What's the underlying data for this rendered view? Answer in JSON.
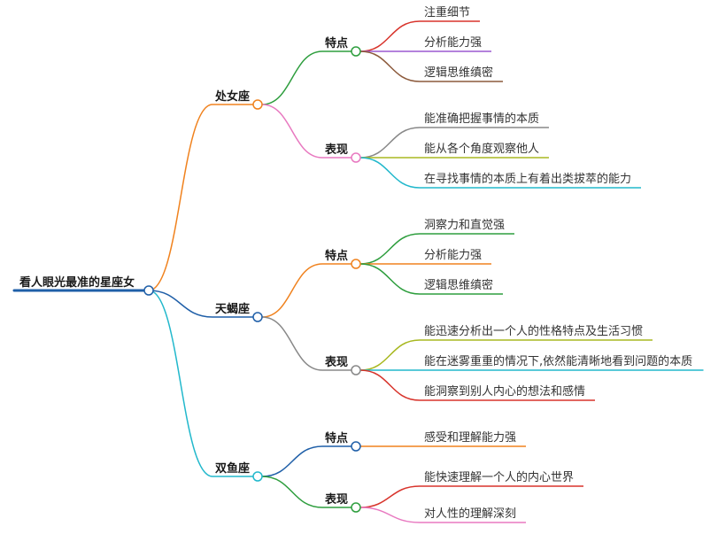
{
  "root": {
    "label": "看人眼光最准的星座女",
    "color": "#1f5fa8",
    "children": [
      {
        "label": "处女座",
        "color": "#f0821e",
        "children": [
          {
            "label": "特点",
            "color": "#2e9e3e",
            "leaves": [
              {
                "text": "注重细节",
                "color": "#d8342c"
              },
              {
                "text": "分析能力强",
                "color": "#9b59d0"
              },
              {
                "text": "逻辑思维缜密",
                "color": "#8c5a3c"
              }
            ]
          },
          {
            "label": "表现",
            "color": "#e879c0",
            "leaves": [
              {
                "text": "能准确把握事情的本质",
                "color": "#888888"
              },
              {
                "text": "能从各个角度观察他人",
                "color": "#a8b820"
              },
              {
                "text": "在寻找事情的本质上有着出类拔萃的能力",
                "color": "#22b8cc"
              }
            ]
          }
        ]
      },
      {
        "label": "天蝎座",
        "color": "#1f5fa8",
        "children": [
          {
            "label": "特点",
            "color": "#f0821e",
            "leaves": [
              {
                "text": "洞察力和直觉强",
                "color": "#2e9e3e"
              },
              {
                "text": "分析能力强",
                "color": "#f0821e"
              },
              {
                "text": "逻辑思维缜密",
                "color": "#2e9e3e"
              }
            ]
          },
          {
            "label": "表现",
            "color": "#888888",
            "leaves": [
              {
                "text": "能迅速分析出一个人的性格特点及生活习惯",
                "color": "#a8b820"
              },
              {
                "text": "能在迷雾重重的情况下,依然能清晰地看到问题的本质",
                "color": "#22b8cc"
              },
              {
                "text": "能洞察到别人内心的想法和感情",
                "color": "#d8342c"
              }
            ]
          }
        ]
      },
      {
        "label": "双鱼座",
        "color": "#22b8cc",
        "children": [
          {
            "label": "特点",
            "color": "#1f5fa8",
            "leaves": [
              {
                "text": "感受和理解能力强",
                "color": "#f0821e"
              }
            ]
          },
          {
            "label": "表现",
            "color": "#2e9e3e",
            "leaves": [
              {
                "text": "能快速理解一个人的内心世界",
                "color": "#d8342c"
              },
              {
                "text": "对人性的理解深刻",
                "color": "#e879c0"
              }
            ]
          }
        ]
      }
    ]
  }
}
